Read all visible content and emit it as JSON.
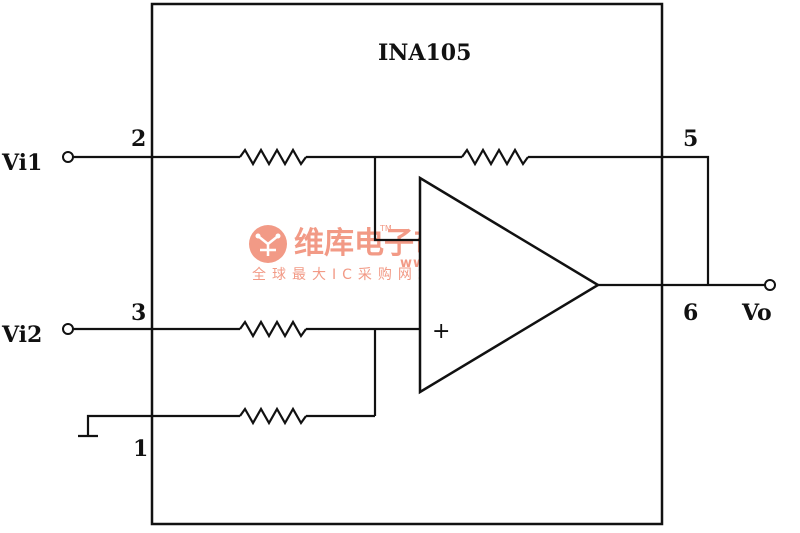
{
  "chip": {
    "name": "INA105"
  },
  "terminals": {
    "vi1": "Vi1",
    "vi2": "Vi2",
    "vo": "Vo"
  },
  "pins": {
    "p1": "1",
    "p2": "2",
    "p3": "3",
    "p5": "5",
    "p6": "6"
  },
  "opamp": {
    "plus": "+"
  },
  "watermark": {
    "title": "维库电子市场网",
    "url": "www.dzsc.com",
    "subtitle": "全球最大IC采购网站",
    "tm": "TM",
    "color": "#f29a86"
  }
}
